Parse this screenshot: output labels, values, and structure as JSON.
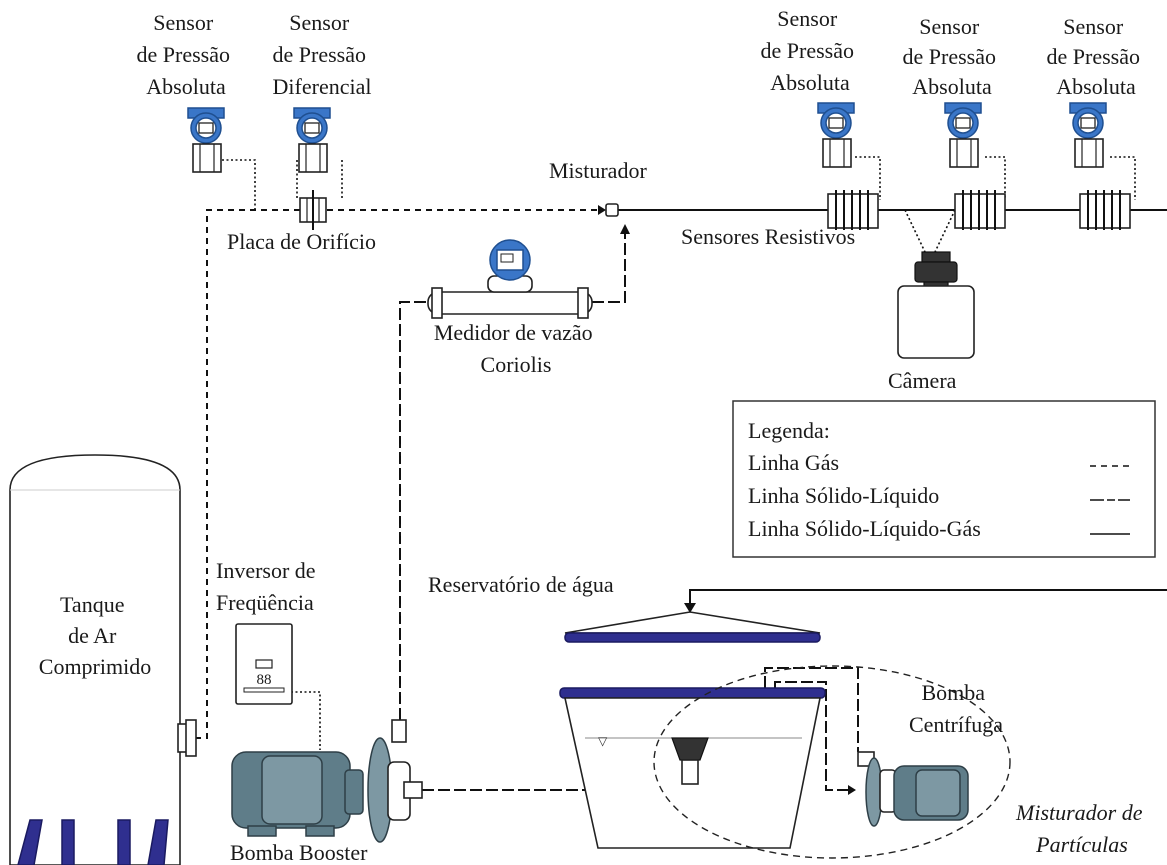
{
  "labels": {
    "sensor_abs_1": [
      "Sensor",
      "de Pressão",
      "Absoluta"
    ],
    "sensor_dif": [
      "Sensor",
      "de Pressão",
      "Diferencial"
    ],
    "sensor_abs_2": [
      "Sensor",
      "de Pressão",
      "Absoluta"
    ],
    "sensor_abs_3": [
      "Sensor",
      "de Pressão",
      "Absoluta"
    ],
    "sensor_abs_4": [
      "Sensor",
      "de Pressão",
      "Absoluta"
    ],
    "misturador": "Misturador",
    "placa_orificio": "Placa de Orifício",
    "sensores_resistivos": "Sensores Resistivos",
    "medidor_coriolis": [
      "Medidor de vazão",
      "Coriolis"
    ],
    "camera": "Câmera",
    "tanque": [
      "Tanque",
      "de Ar",
      "Comprimido"
    ],
    "inversor": [
      "Inversor de",
      "Freqüência"
    ],
    "reservatorio": "Reservatório de água",
    "bomba_centrifuga": [
      "Bomba",
      "Centrífuga"
    ],
    "bomba_booster": "Bomba Booster",
    "misturador_particulas": [
      "Misturador de",
      "Partículas"
    ],
    "inverter_display": "88"
  },
  "legend": {
    "title": "Legenda:",
    "items": [
      {
        "label": "Linha Gás",
        "style": "gas"
      },
      {
        "label": "Linha Sólido-Líquido",
        "style": "solid-liquid"
      },
      {
        "label": "Linha Sólido-Líquido-Gás",
        "style": "solid-liquid-gas"
      }
    ]
  },
  "colors": {
    "transmitter": "#3a76c8",
    "reservoir_rim": "#2f2f8f",
    "motor": "#5f7d89",
    "tank_legs": "#2f2f8f"
  }
}
